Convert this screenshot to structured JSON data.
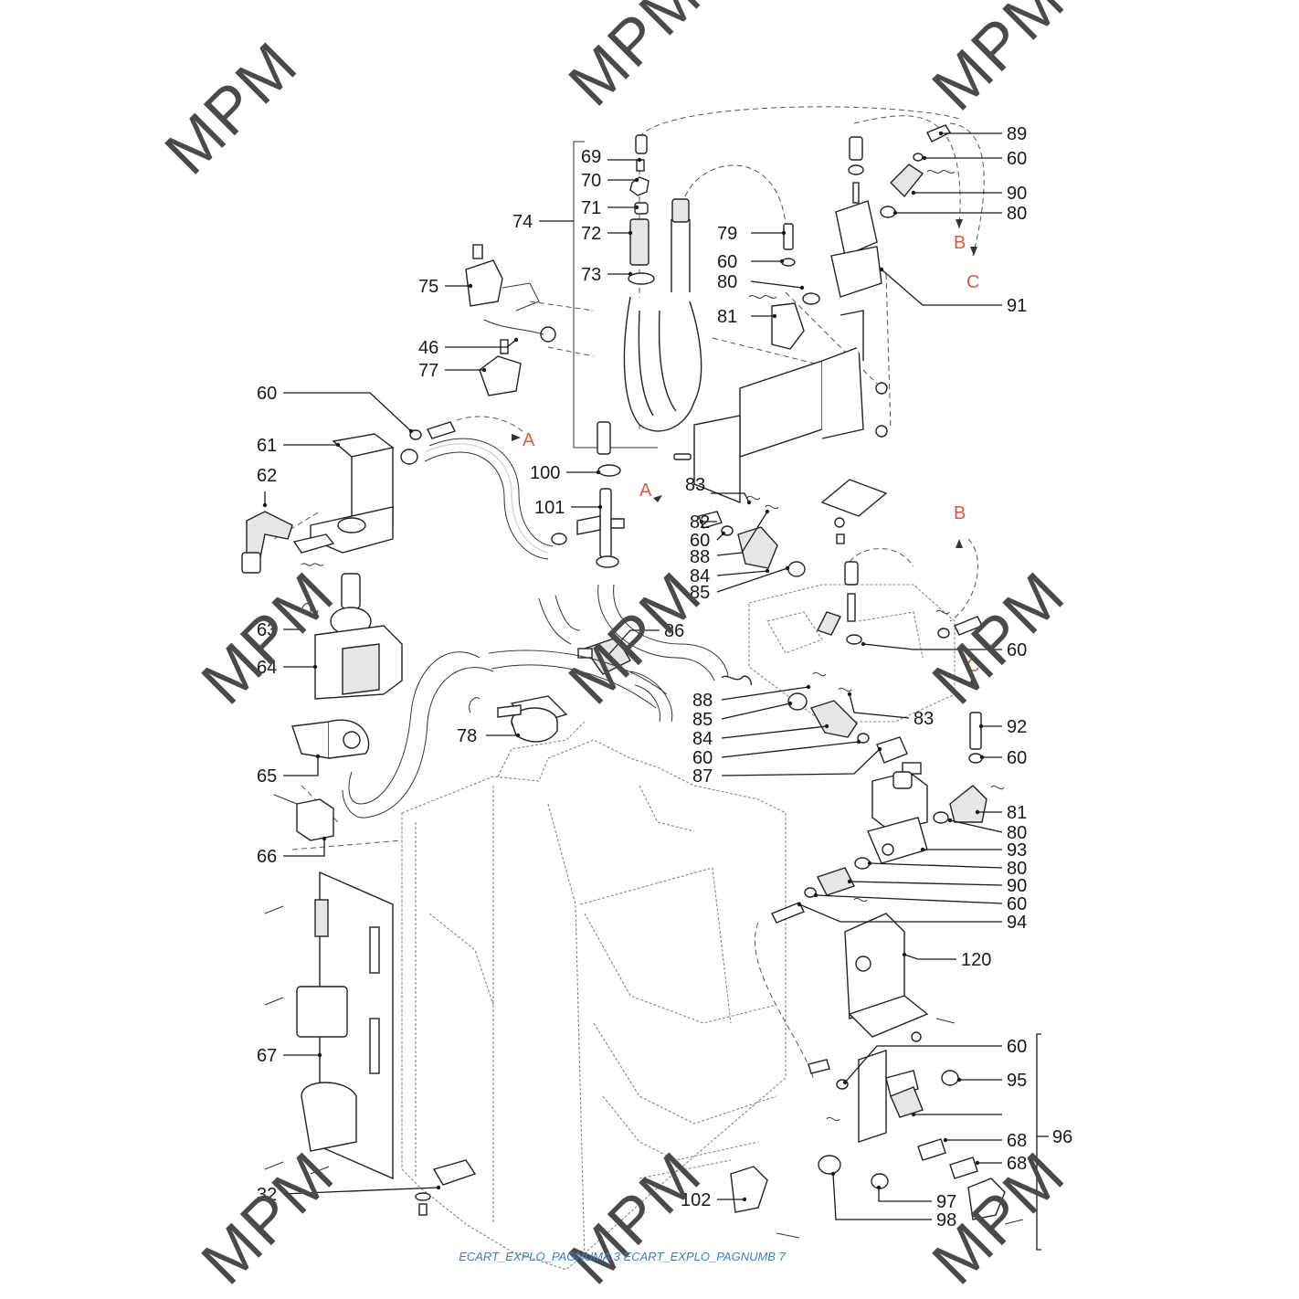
{
  "watermark": {
    "text": "MPM",
    "color": "#4a4a4a"
  },
  "reference_color": "#e8573c",
  "caption": {
    "text": "ECART_EXPLO_PAGNUMA 3 ECART_EXPLO_PAGNUMB 7",
    "color": "#3a7fc0"
  },
  "part_labels": {
    "l69": "69",
    "l70": "70",
    "l71": "71",
    "l72": "72",
    "l73": "73",
    "l74": "74",
    "l75": "75",
    "l46": "46",
    "l77": "77",
    "l79": "79",
    "l60a": "60",
    "l80a": "80",
    "l81a": "81",
    "l89": "89",
    "l60b": "60",
    "l90a": "90",
    "l80b": "80",
    "l91": "91",
    "l60c": "60",
    "l61": "61",
    "l62": "62",
    "l100": "100",
    "l101": "101",
    "l83a": "83",
    "l82": "82",
    "l60d": "60",
    "l88a": "88",
    "l84a": "84",
    "l85a": "85",
    "l63": "63",
    "l64": "64",
    "l86": "86",
    "l60e": "60",
    "l88b": "88",
    "l85b": "85",
    "l83b": "83",
    "l84b": "84",
    "l60f": "60",
    "l87": "87",
    "l92": "92",
    "l60g": "60",
    "l78": "78",
    "l65": "65",
    "l66": "66",
    "l81b": "81",
    "l80c": "80",
    "l93": "93",
    "l80d": "80",
    "l90b": "90",
    "l60h": "60",
    "l94": "94",
    "l120": "120",
    "l67": "67",
    "l60i": "60",
    "l95": "95",
    "l96": "96",
    "l68a": "68",
    "l68b": "68",
    "l97": "97",
    "l98": "98",
    "l32": "32",
    "l102": "102"
  },
  "reference_markers": {
    "rB1": "B",
    "rC1": "C",
    "rA1": "A",
    "rA2": "A",
    "rB2": "B",
    "rC2": "C"
  }
}
